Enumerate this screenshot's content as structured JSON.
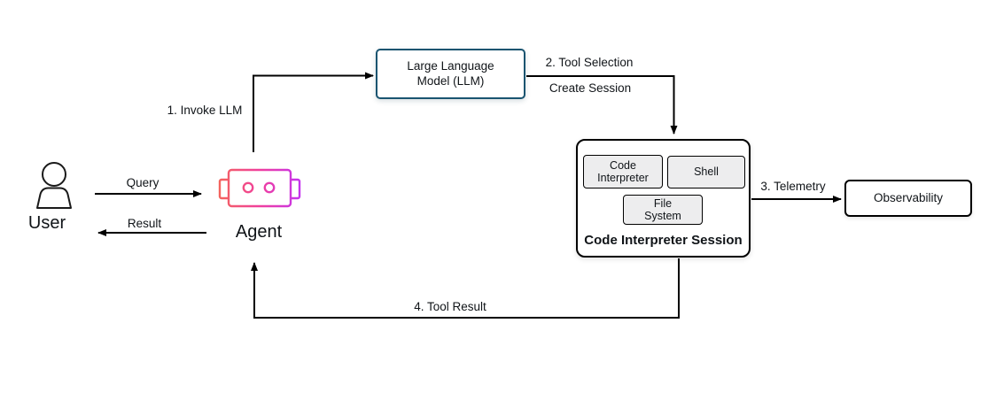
{
  "colors": {
    "canvas_bg": "#ffffff",
    "line": "#000000",
    "text": "#101418",
    "llm_border": "#1a5470",
    "box_border": "#000000",
    "subbox_fill": "#ededee",
    "agent_gradient_start": "#f4655c",
    "agent_gradient_mid": "#f03f9e",
    "agent_gradient_end": "#c334f2"
  },
  "nodes": {
    "user": {
      "label": "User",
      "icon": "user-icon"
    },
    "agent": {
      "label": "Agent",
      "icon": "robot-icon"
    },
    "llm": {
      "line1": "Large Language",
      "line2": "Model (LLM)"
    },
    "session": {
      "title": "Code Interpreter Session",
      "code_interpreter": {
        "line1": "Code",
        "line2": "Interpreter"
      },
      "shell": {
        "label": "Shell"
      },
      "file_system": {
        "line1": "File",
        "line2": "System"
      }
    },
    "observability": {
      "label": "Observability"
    }
  },
  "edges": {
    "query": {
      "label": "Query"
    },
    "result": {
      "label": "Result"
    },
    "invoke_llm": {
      "label": "1. Invoke LLM"
    },
    "tool_selection": {
      "label": "2. Tool Selection"
    },
    "create_session": {
      "label": "Create Session"
    },
    "telemetry": {
      "label": "3. Telemetry"
    },
    "tool_result": {
      "label": "4. Tool Result"
    }
  }
}
